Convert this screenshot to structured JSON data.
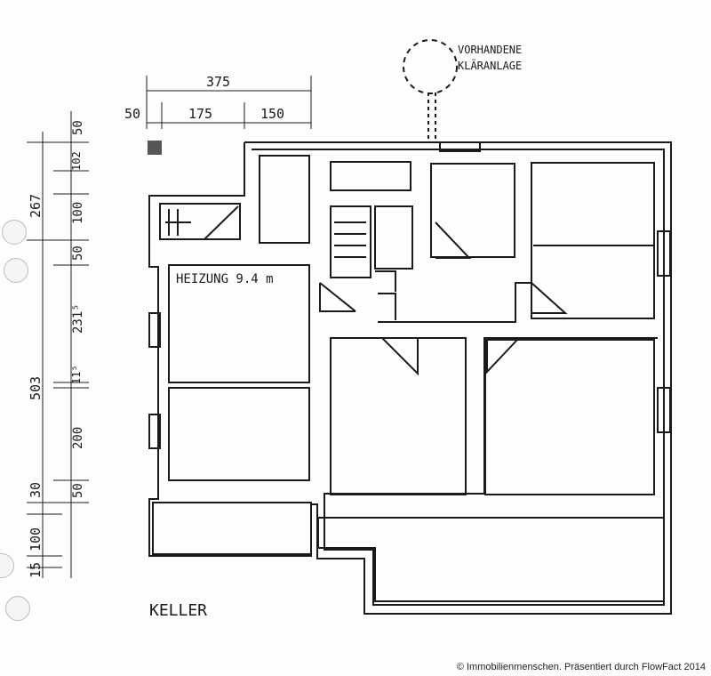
{
  "plan": {
    "floor_label": "KELLER",
    "room_label": "HEIZUNG 9.4 m",
    "annotation_line1": "VORHANDENE",
    "annotation_line2": "KLÄRANLAGE",
    "copyright": "© Immobilienmenschen. Präsentiert durch FlowFact 2014"
  },
  "dims_top": {
    "total": "375",
    "segment_left": "50",
    "segment_mid": "175",
    "segment_right": "150"
  },
  "dims_left_outer": {
    "upper": "267",
    "lower": "503",
    "d30": "30",
    "d100": "100",
    "d15": "15"
  },
  "dims_left_inner": {
    "d50_top": "50",
    "d102": "102",
    "d100": "100",
    "d50": "50",
    "d2315": "231⁵",
    "d115": "11⁵",
    "d200": "200",
    "d50_bottom": "50"
  },
  "colors": {
    "ink": "#1a1a1a",
    "paper": "#fdfdfb"
  }
}
